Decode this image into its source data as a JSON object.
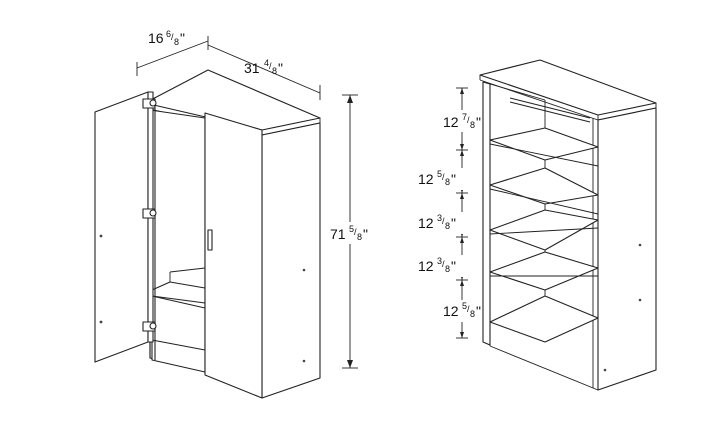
{
  "dimensions": {
    "wardrobe": {
      "depth": {
        "whole": "16",
        "num": "6",
        "den": "8",
        "unit": "\""
      },
      "width": {
        "whole": "31",
        "num": "4",
        "den": "8",
        "unit": "\""
      },
      "height": {
        "whole": "71",
        "num": "5",
        "den": "8",
        "unit": "\""
      }
    },
    "shelves": [
      {
        "whole": "12",
        "num": "7",
        "den": "8",
        "unit": "\""
      },
      {
        "whole": "12",
        "num": "5",
        "den": "8",
        "unit": "\""
      },
      {
        "whole": "12",
        "num": "3",
        "den": "8",
        "unit": "\""
      },
      {
        "whole": "12",
        "num": "3",
        "den": "8",
        "unit": "\""
      },
      {
        "whole": "12",
        "num": "5",
        "den": "8",
        "unit": "\""
      }
    ]
  }
}
